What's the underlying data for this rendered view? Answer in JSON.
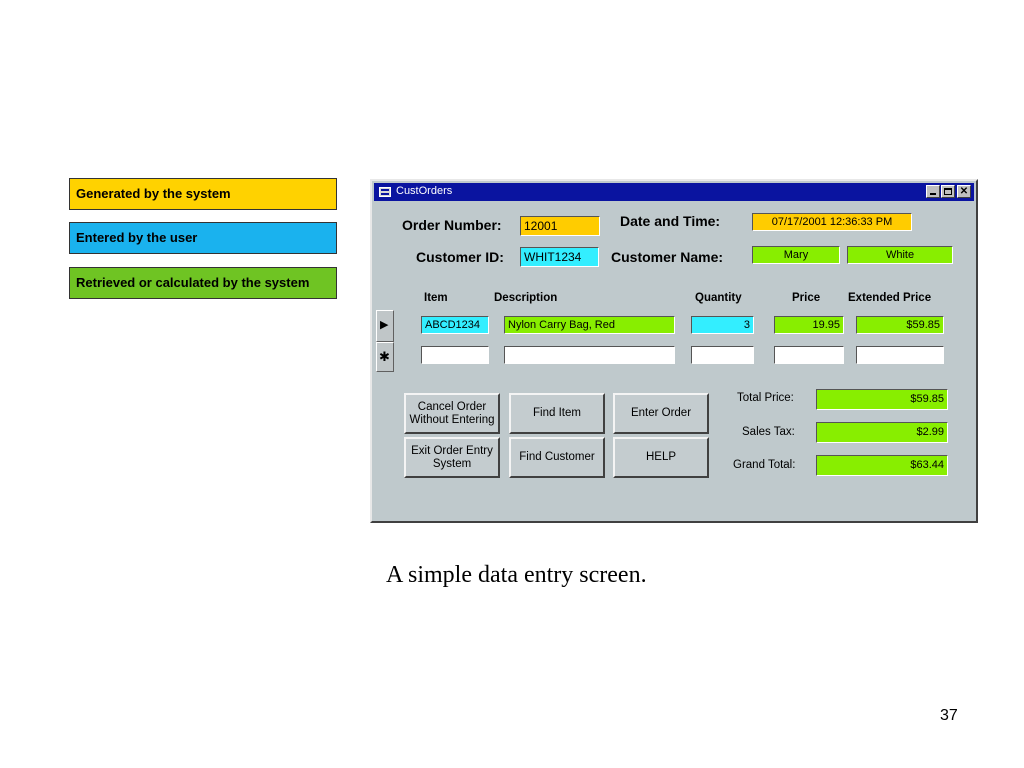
{
  "legend": [
    {
      "label": "Generated by the system",
      "color": "#ffd200"
    },
    {
      "label": "Entered by the user",
      "color": "#1ab2ee"
    },
    {
      "label": "Retrieved or calculated by the system",
      "color": "#6fc423"
    }
  ],
  "window": {
    "title": "CustOrders",
    "icon": "form-icon",
    "controls": [
      "minimize-icon",
      "maximize-icon",
      "close-icon"
    ],
    "close_glyph": "✕"
  },
  "form": {
    "order_number_label": "Order Number:",
    "order_number": "12001",
    "date_time_label": "Date and Time:",
    "date_time": "07/17/2001 12:36:33 PM",
    "customer_id_label": "Customer ID:",
    "customer_id": "WHIT1234",
    "customer_name_label": "Customer Name:",
    "first_name": "Mary",
    "last_name": "White"
  },
  "grid": {
    "columns": [
      "Item",
      "Description",
      "Quantity",
      "Price",
      "Extended Price"
    ],
    "rows": [
      {
        "item": "ABCD1234",
        "description": "Nylon Carry Bag, Red",
        "quantity": "3",
        "price": "19.95",
        "extended_price": "$59.85"
      }
    ],
    "current_row_glyph": "▶",
    "new_row_glyph": "✱"
  },
  "buttons": {
    "cancel_order": "Cancel Order\nWithout Entering",
    "find_item": "Find Item",
    "enter_order": "Enter Order",
    "exit_order": "Exit Order Entry\nSystem",
    "find_customer": "Find Customer",
    "help": "HELP"
  },
  "summary": {
    "total_price_label": "Total Price:",
    "total_price": "$59.85",
    "sales_tax_label": "Sales Tax:",
    "sales_tax": "$2.99",
    "grand_total_label": "Grand Total:",
    "grand_total": "$63.44"
  },
  "caption": "A simple data entry screen.",
  "page_number": "37"
}
